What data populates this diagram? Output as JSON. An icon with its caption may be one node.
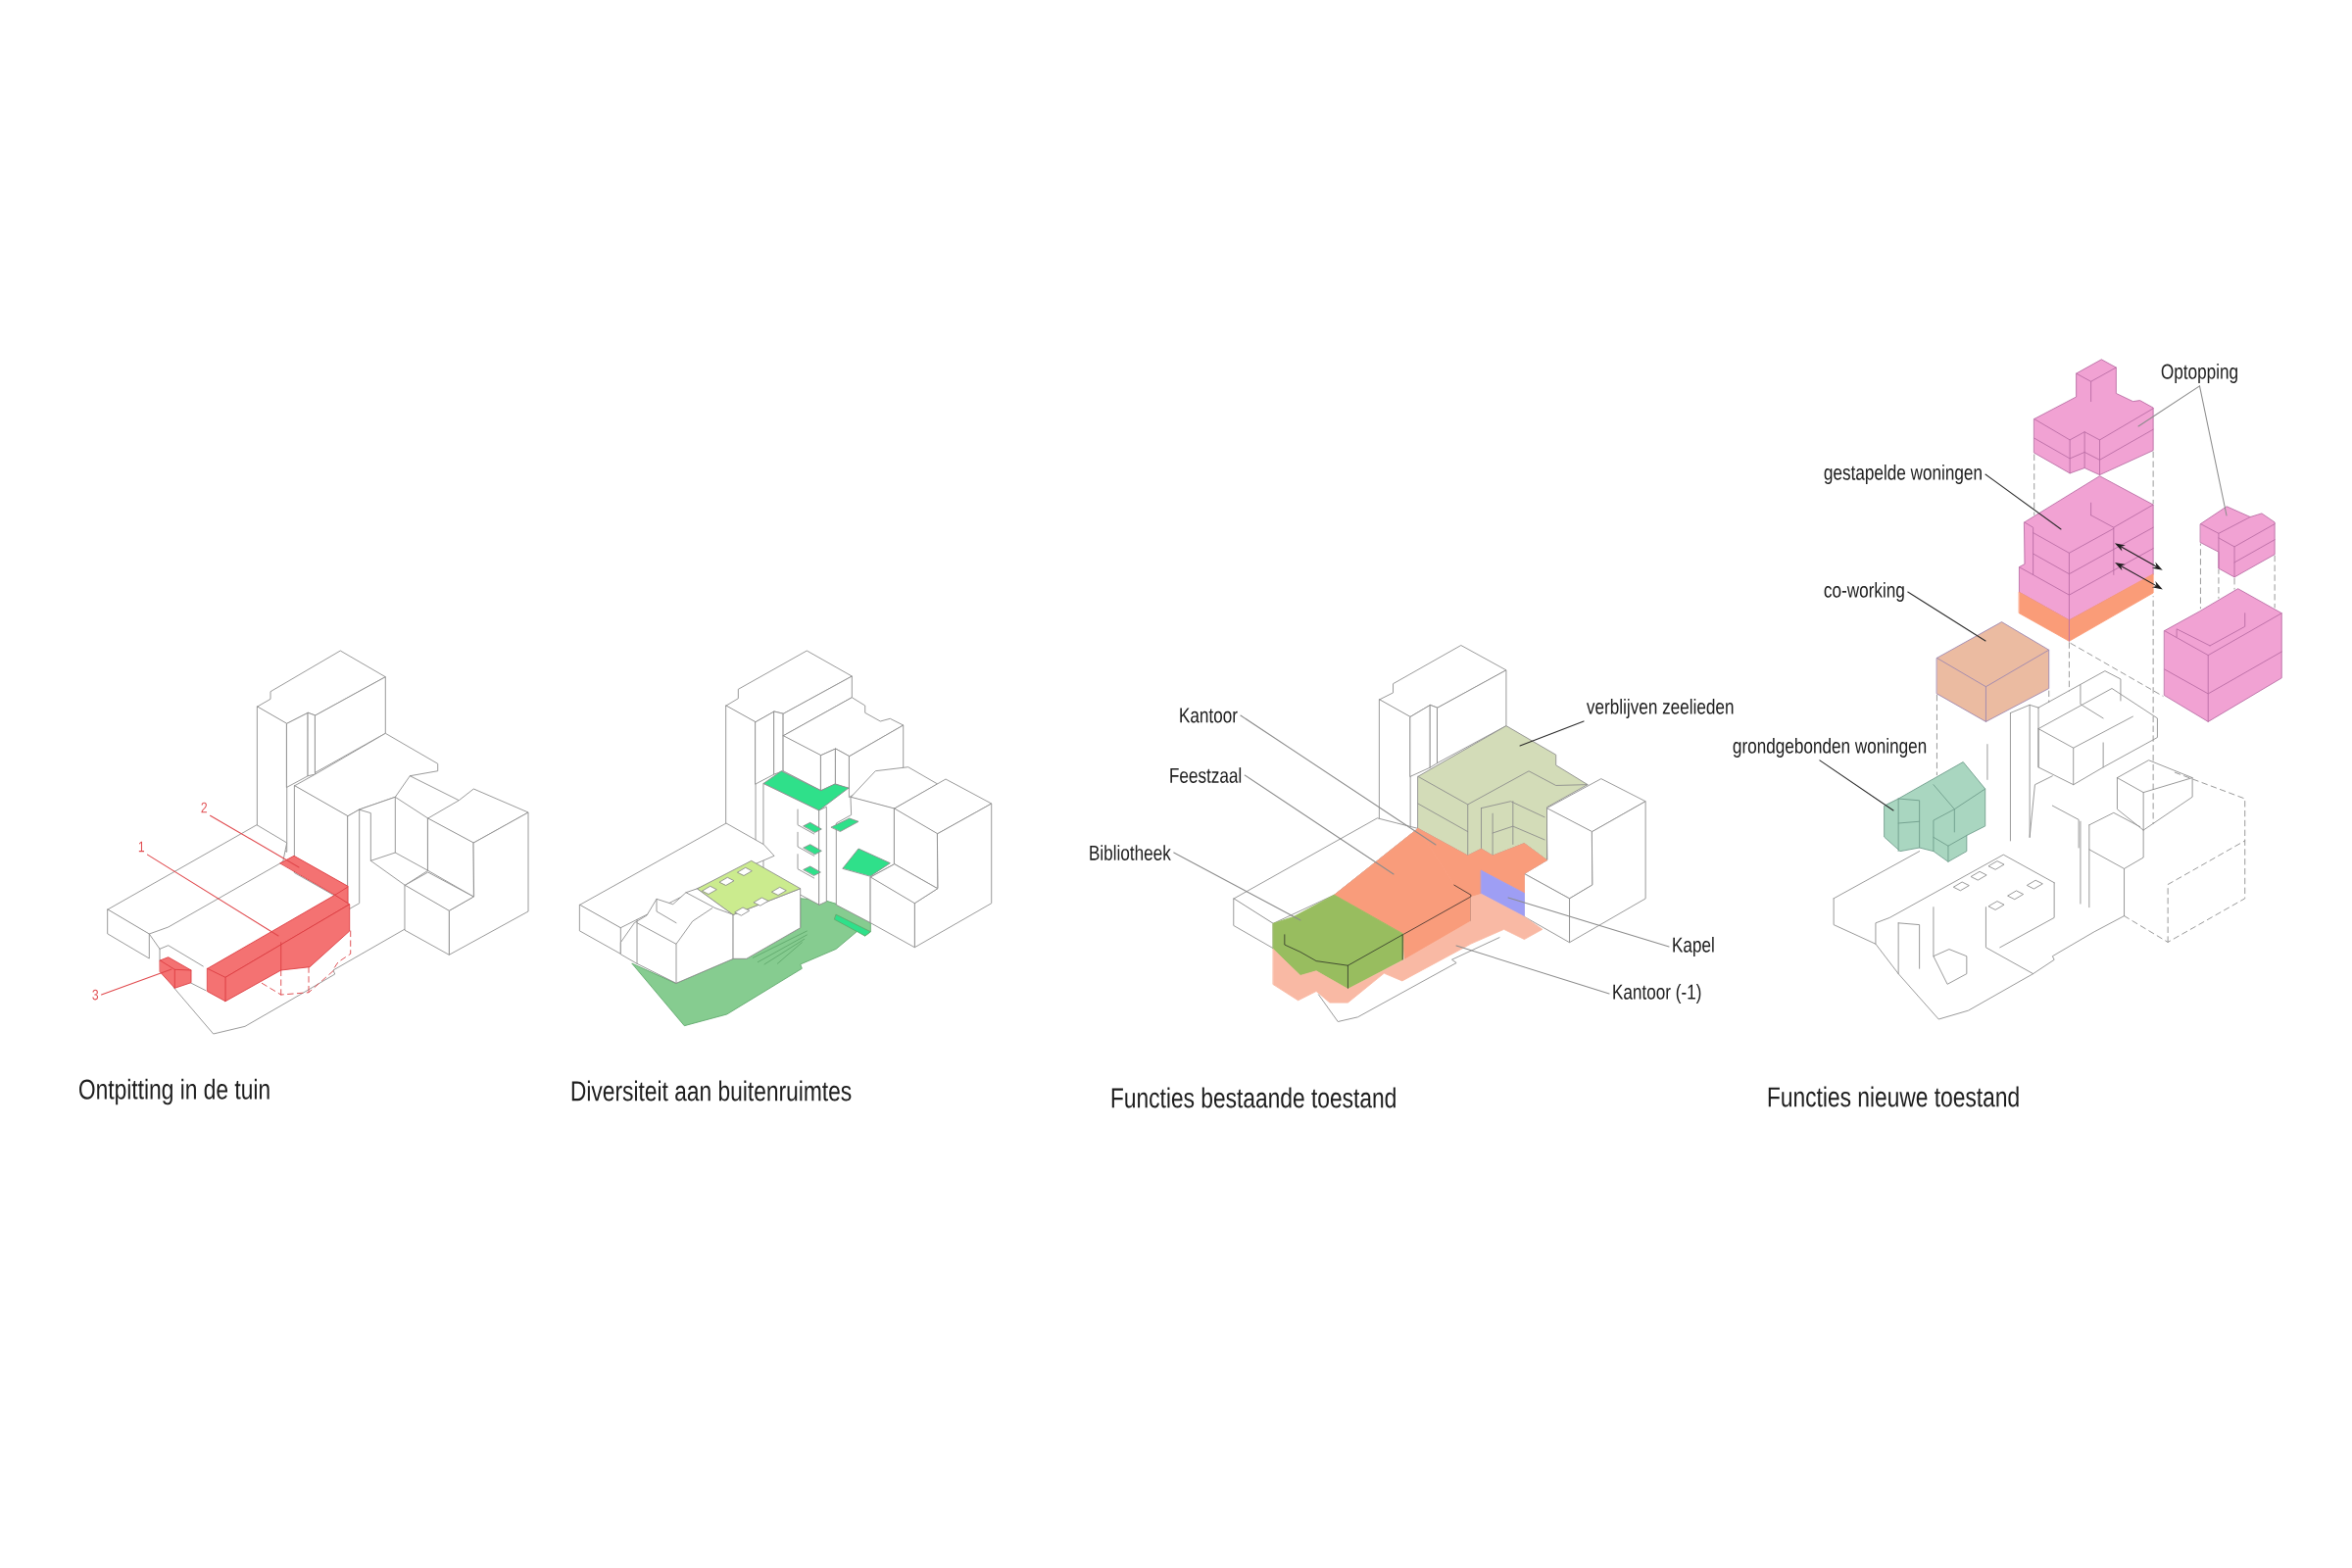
{
  "diagram": {
    "nodes": [
      {
        "text": [
          "2"
        ]
      },
      {
        "text": [
          "1"
        ]
      },
      {
        "text": [
          "3"
        ]
      },
      {
        "text": [],
        "shape": "box"
      },
      {
        "text": [],
        "shape": "box"
      },
      {
        "text": [],
        "shape": "box"
      },
      {
        "text": [
          "Kantoor"
        ]
      },
      {
        "text": [
          "verblijven zeelieden"
        ]
      },
      {
        "text": [
          "Feestzaal"
        ]
      },
      {
        "text": [
          "Bibliotheek"
        ]
      },
      {
        "text": [
          "Kapel"
        ]
      },
      {
        "text": [
          "Kantoor (-1)"
        ]
      },
      {
        "text": [],
        "shape": "box"
      },
      {
        "text": [],
        "shape": "box"
      },
      {
        "text": [],
        "shape": "box"
      },
      {
        "text": [],
        "shape": "box"
      },
      {
        "text": [],
        "shape": "box"
      },
      {
        "text": [],
        "shape": "box"
      },
      {
        "text": [
          "Optopping"
        ]
      },
      {
        "text": [
          "gestapelde woningen"
        ]
      },
      {
        "text": [
          "co-working"
        ]
      },
      {
        "text": [
          "grondgebonden woningen"
        ]
      },
      {
        "text": [],
        "shape": "box"
      },
      {
        "text": [],
        "shape": "box"
      },
      {
        "text": [],
        "shape": "box"
      },
      {
        "text": [],
        "shape": "box"
      },
      {
        "text": [],
        "shape": "box",
        "in": 28
      },
      {
        "text": [],
        "shape": "box"
      },
      {
        "text": [],
        "shape": "picture"
      }
    ],
    "edges": [
      {
        "from": 0,
        "to": 3,
        "arrow": "none",
        "color": "#e0484c"
      },
      {
        "from": 1,
        "to": 4,
        "arrow": "none",
        "color": "#e0484c"
      },
      {
        "from": 2,
        "to": 5,
        "arrow": "none",
        "color": "#e0484c"
      },
      {
        "from": 6,
        "to": 13,
        "arrow": "none"
      },
      {
        "from": 7,
        "to": 12,
        "arrow": "none",
        "color": "#2a2a2a"
      },
      {
        "from": 8,
        "to": 14,
        "arrow": "none"
      },
      {
        "from": 9,
        "to": 15,
        "arrow": "none"
      },
      {
        "from": 10,
        "to": 16,
        "arrow": "none"
      },
      {
        "from": 11,
        "to": 17,
        "arrow": "none"
      },
      {
        "from": 18,
        "to": 22,
        "arrow": "none"
      },
      {
        "from": 18,
        "to": 23,
        "arrow": "none"
      },
      {
        "from": 19,
        "to": 24,
        "arrow": "none",
        "color": "#2a2a2a"
      },
      {
        "from": 20,
        "to": 25,
        "arrow": "none",
        "color": "#2a2a2a"
      },
      {
        "from": 21,
        "to": 26,
        "arrow": "none",
        "color": "#2a2a2a"
      },
      {
        "from": 22,
        "to": 24,
        "arrow": "none",
        "style": "dashed"
      },
      {
        "from": 22,
        "to": 24,
        "arrow": "none",
        "style": "dashed"
      },
      {
        "from": 23,
        "to": 27,
        "arrow": "none",
        "style": "dashed"
      },
      {
        "from": 23,
        "to": 27,
        "arrow": "none",
        "style": "dashed"
      },
      {
        "from": 23,
        "to": 27,
        "arrow": "none",
        "style": "dashed"
      },
      {
        "from": 23,
        "to": 27,
        "arrow": "none",
        "style": "dashed"
      },
      {
        "from": 24,
        "to": 28,
        "arrow": "none",
        "style": "dashed"
      },
      {
        "from": 24,
        "to": 28,
        "arrow": "none",
        "style": "dashed"
      },
      {
        "from": 24,
        "to": 27,
        "arrow": "none",
        "style": "dashed"
      },
      {
        "from": 25,
        "to": 28,
        "arrow": "none",
        "style": "dashed"
      },
      {
        "from": 25,
        "to": 26,
        "arrow": "none",
        "style": "dashed"
      }
    ],
    "labels": [
      "Ontpitting in de tuin",
      "Diversiteit aan buitenruimtes",
      "Functies bestaande toestand",
      "Functies nieuwe toestand"
    ]
  }
}
